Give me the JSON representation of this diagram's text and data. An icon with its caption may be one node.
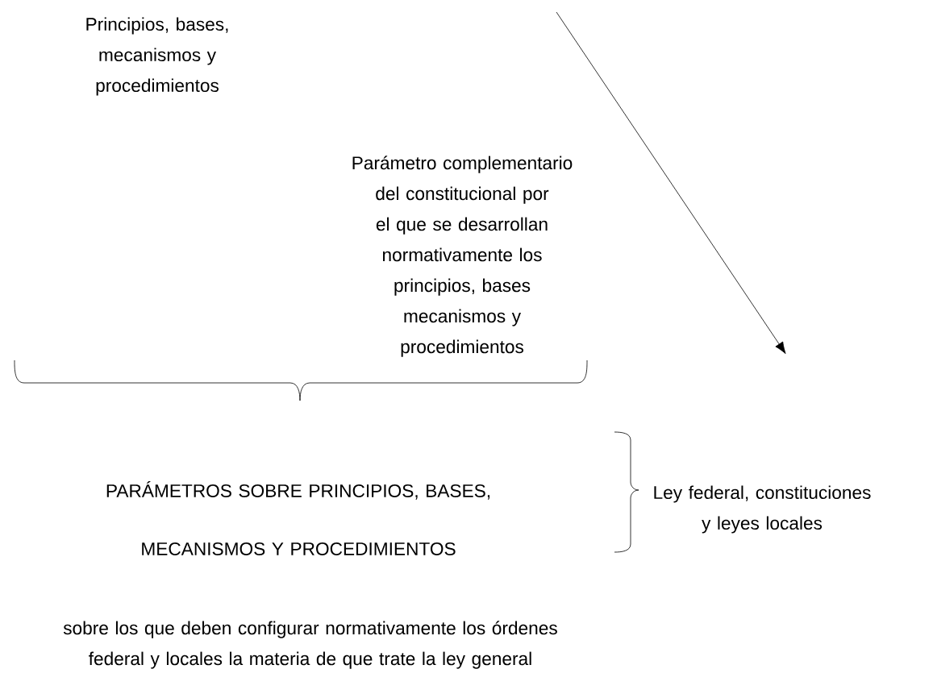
{
  "diagram": {
    "labels": [
      "Principios, bases, mecanismos y procedimientos",
      "Parámetro complementario del constitucional por el que se desarrollan normativamente los principios, bases mecanismos y procedimientos",
      "PARÁMETROS SOBRE PRINCIPIOS, BASES, MECANISMOS Y PROCEDIMIENTOS",
      "sobre los que deben configurar normativamente los órdenes federal y locales la materia de que trate la ley general",
      "Ley federal, constituciones y leyes locales"
    ]
  }
}
